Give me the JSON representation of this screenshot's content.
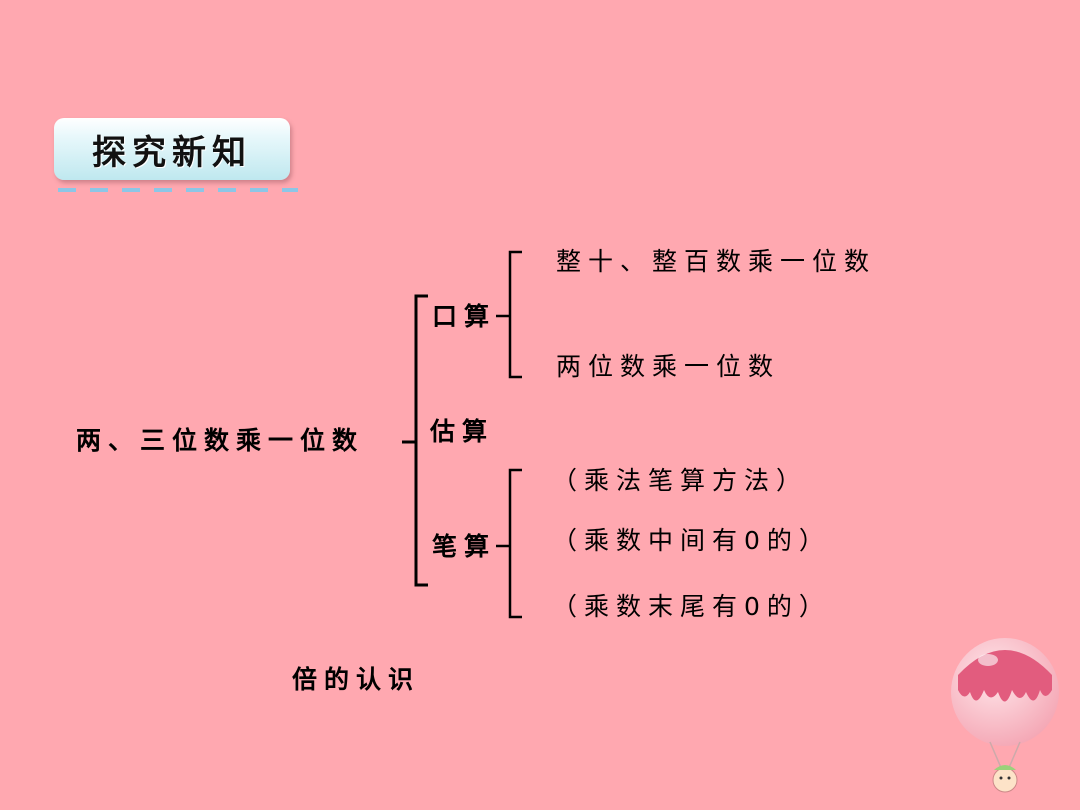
{
  "section_tag": "探究新知",
  "diagram": {
    "root": "两、三位数乘一位数",
    "branches": {
      "oral": "口算",
      "estimate": "估算",
      "written": "笔算"
    },
    "oral_items": [
      "整十、整百数乘一位数",
      "两位数乘一位数"
    ],
    "written_items": [
      "（乘法笔算方法）",
      "（乘数中间有0的）",
      "（乘数末尾有0的）"
    ]
  },
  "footer_topic": "倍的认识",
  "colors": {
    "background": "#ffa8b0",
    "tag_fill": "#bfe8ef",
    "dash": "#8cc6e6"
  }
}
